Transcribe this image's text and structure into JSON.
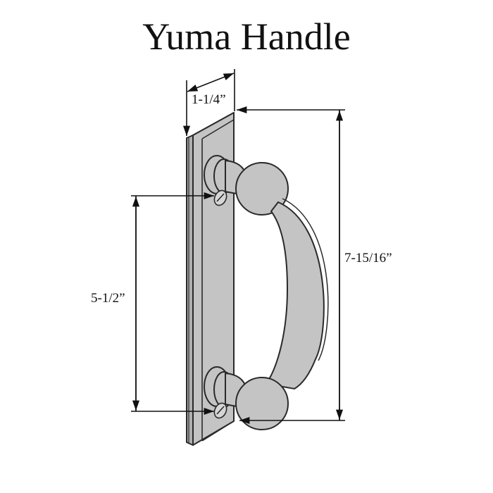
{
  "title": "Yuma Handle",
  "dimensions": {
    "plate_width": "1-1/4”",
    "mounting_hole_spacing": "5-1/2”",
    "overall_length": "7-15/16”"
  },
  "colors": {
    "part_fill": "#c4c4c4",
    "part_fill_dark": "#a9a9a9",
    "outline": "#2a2a2a",
    "dimension_line": "#111111",
    "background": "#ffffff"
  }
}
